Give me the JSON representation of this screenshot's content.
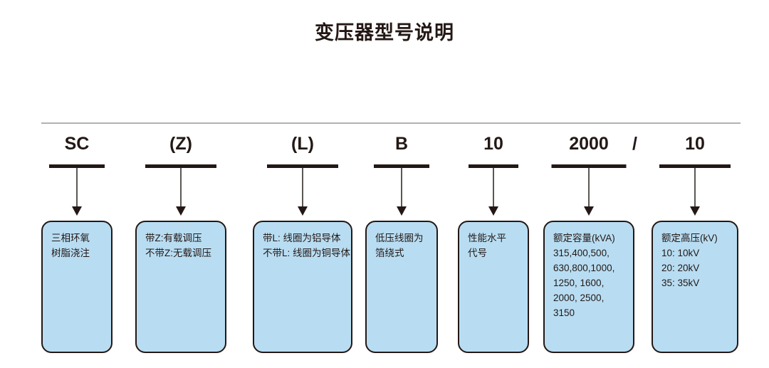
{
  "title": "变压器型号说明",
  "separator": "/",
  "colors": {
    "box_fill": "#b8ddf2",
    "box_border": "#231815",
    "text": "#231815",
    "rule": "#b3b0b3",
    "arrow": "#5b5754"
  },
  "segments": [
    {
      "code": "SC",
      "lines": [
        "三相环氧",
        "树脂浇注"
      ]
    },
    {
      "code": "(Z)",
      "lines": [
        "带Z:有载调压",
        "不带Z:无载调压"
      ]
    },
    {
      "code": "(L)",
      "lines": [
        "带L: 线圈为铝导体",
        "不带L: 线圈为铜导体"
      ]
    },
    {
      "code": "B",
      "lines": [
        "低压线圈为",
        "箔绕式"
      ]
    },
    {
      "code": "10",
      "lines": [
        "性能水平",
        "代号"
      ]
    },
    {
      "code": "2000",
      "lines": [
        "额定容量(kVA)",
        "315,400,500,",
        "630,800,1000,",
        "1250, 1600,",
        "2000, 2500,",
        "3150"
      ]
    },
    {
      "code": "10",
      "lines": [
        "额定高压(kV)",
        "10: 10kV",
        "20: 20kV",
        "35: 35kV"
      ]
    }
  ]
}
